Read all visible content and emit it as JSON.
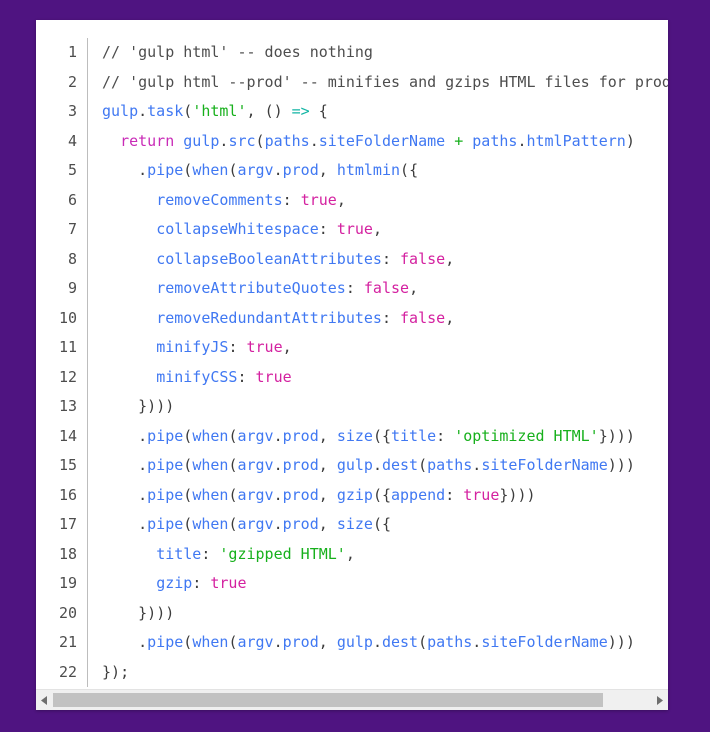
{
  "window": {
    "background_color": "#4f1481",
    "card_background": "#ffffff"
  },
  "editor": {
    "language": "javascript",
    "gutter_divider_color": "#bdbdbd",
    "line_count": 22,
    "line_numbers": [
      "1",
      "2",
      "3",
      "4",
      "5",
      "6",
      "7",
      "8",
      "9",
      "10",
      "11",
      "12",
      "13",
      "14",
      "15",
      "16",
      "17",
      "18",
      "19",
      "20",
      "21",
      "22"
    ],
    "colors": {
      "comment": "#4d4d4d",
      "identifier": "#4078f2",
      "property": "#4078f2",
      "string": "#17b01c",
      "keyword": "#c92bb7",
      "boolean": "#d421a0",
      "arrow": "#13b5a4",
      "punctuation": "#3c3c3c"
    },
    "lines_plain": [
      "// 'gulp html' -- does nothing",
      "// 'gulp html --prod' -- minifies and gzips HTML files for prod",
      "gulp.task('html', () => {",
      "  return gulp.src(paths.siteFolderName + paths.htmlPattern)",
      "    .pipe(when(argv.prod, htmlmin({",
      "      removeComments: true,",
      "      collapseWhitespace: true,",
      "      collapseBooleanAttributes: false,",
      "      removeAttributeQuotes: false,",
      "      removeRedundantAttributes: false,",
      "      minifyJS: true,",
      "      minifyCSS: true",
      "    })))",
      "    .pipe(when(argv.prod, size({title: 'optimized HTML'})))",
      "    .pipe(when(argv.prod, gulp.dest(paths.siteFolderName)))",
      "    .pipe(when(argv.prod, gzip({append: true})))",
      "    .pipe(when(argv.prod, size({",
      "      title: 'gzipped HTML',",
      "      gzip: true",
      "    })))",
      "    .pipe(when(argv.prod, gulp.dest(paths.siteFolderName)))",
      "});"
    ]
  },
  "scrollbar": {
    "orientation": "horizontal",
    "left_arrow_icon": "triangle-left-icon",
    "right_arrow_icon": "triangle-right-icon",
    "thumb_width_percent": 92,
    "track_color": "#f0f0f0",
    "thumb_color": "#c2c2c2"
  }
}
